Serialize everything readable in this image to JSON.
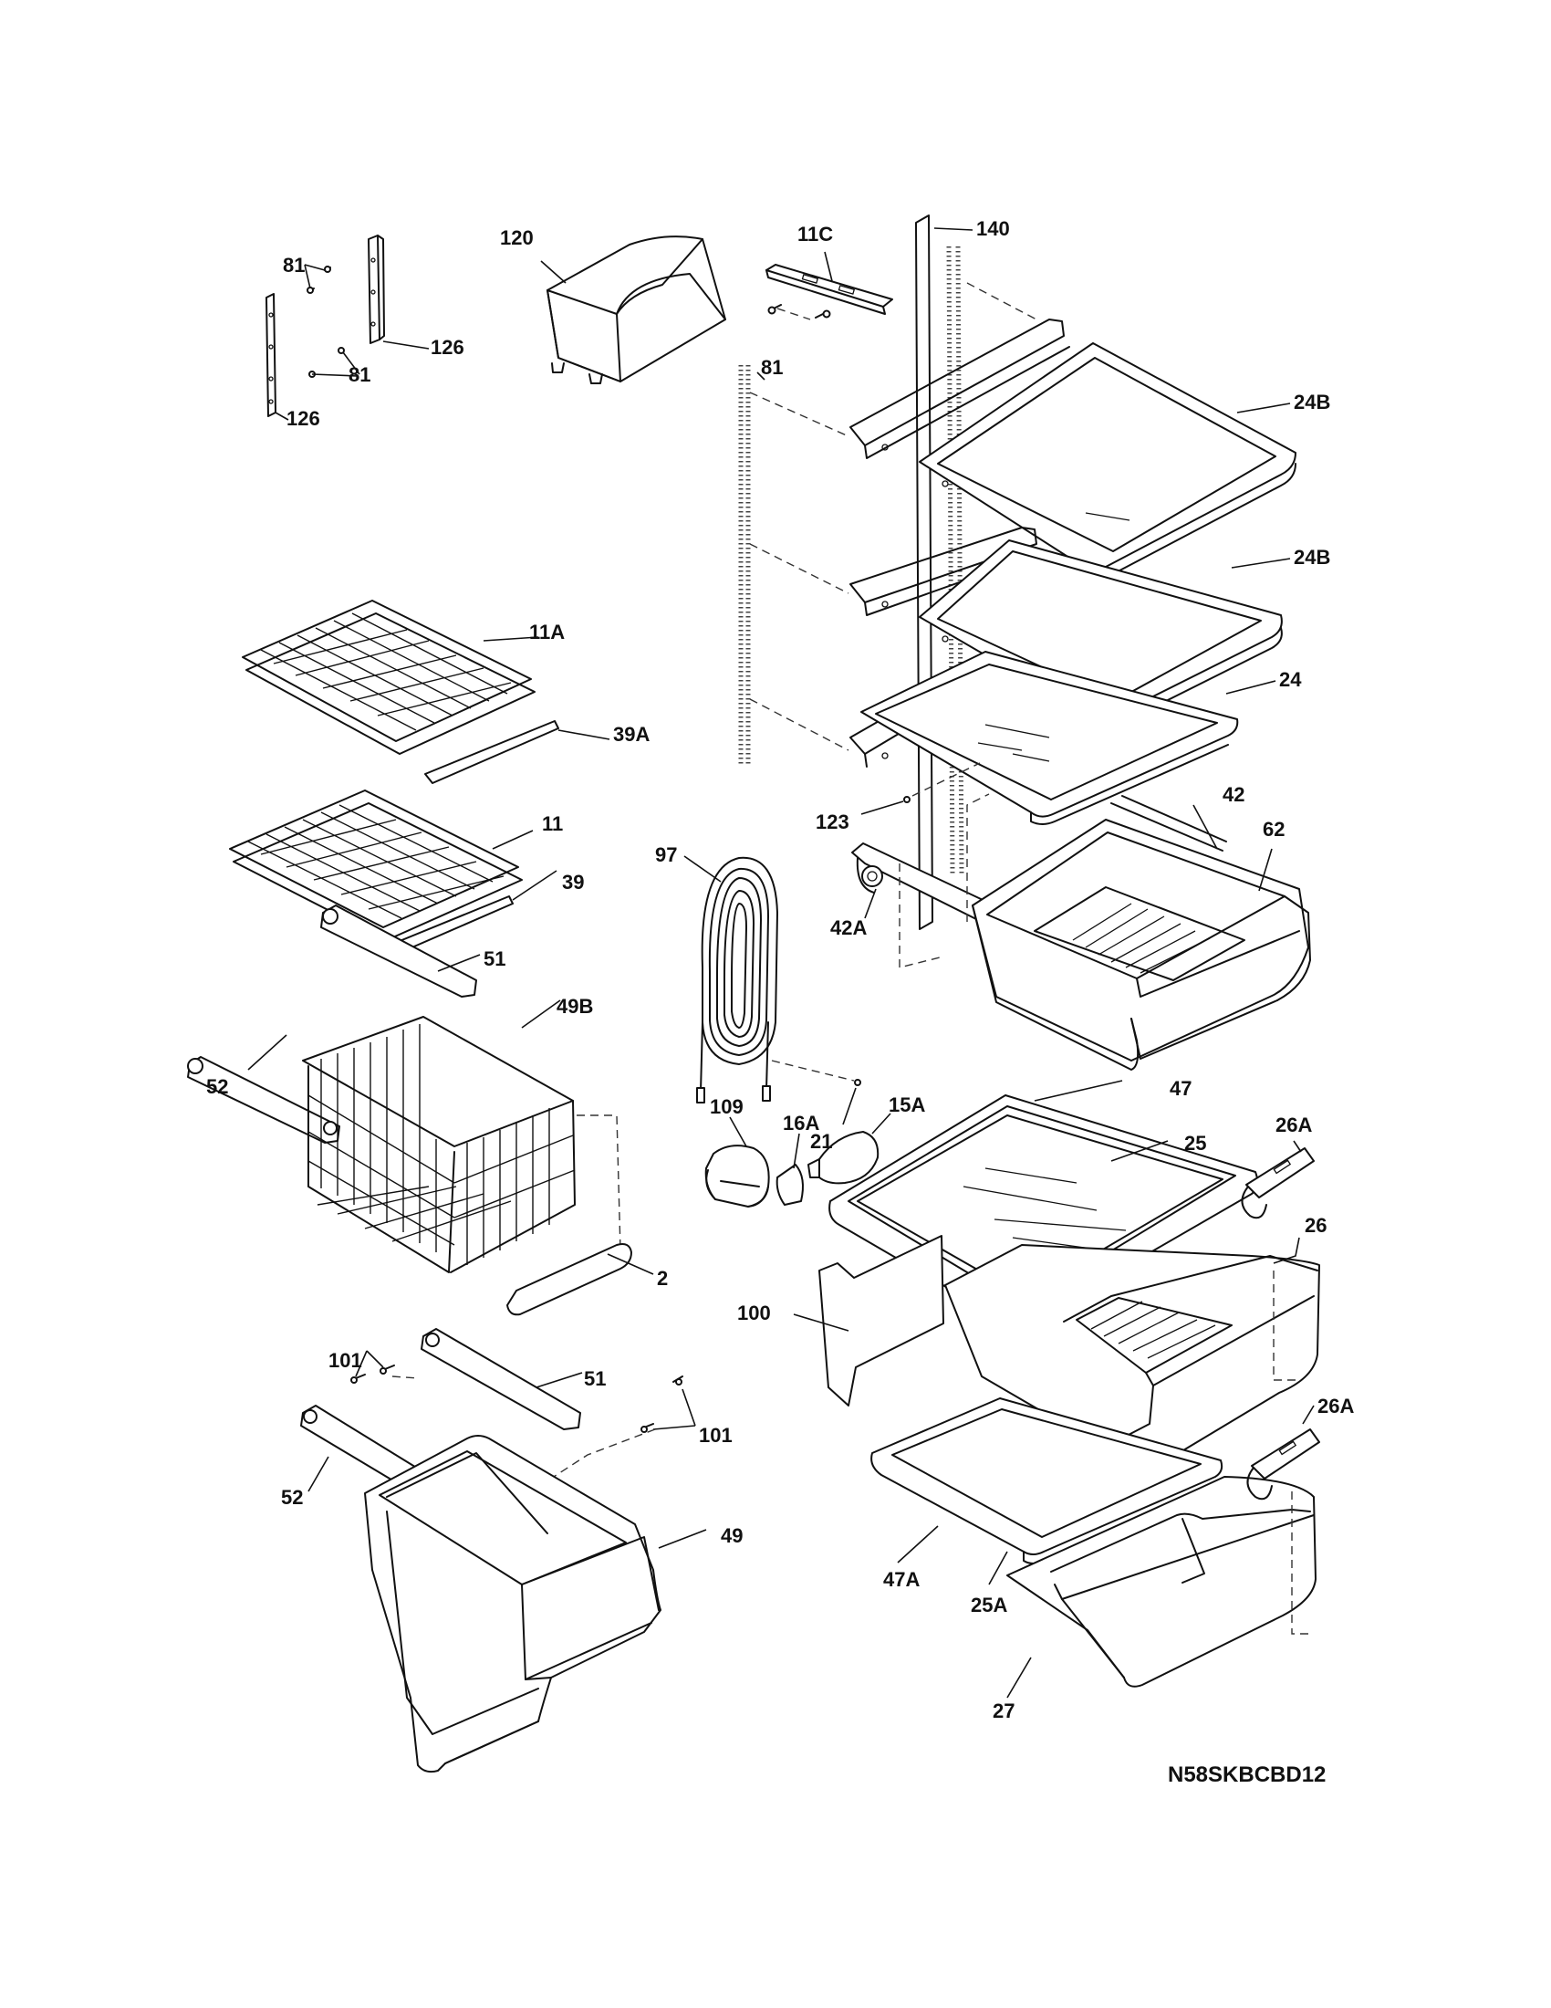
{
  "labels": {
    "l81a": "81",
    "l81b": "81",
    "l81c": "81",
    "l126a": "126",
    "l126b": "126",
    "l120": "120",
    "l11c": "11C",
    "l140": "140",
    "l24b1": "24B",
    "l24b2": "24B",
    "l24": "24",
    "l11a": "11A",
    "l39a": "39A",
    "l11": "11",
    "l39": "39",
    "l97": "97",
    "l123": "123",
    "l42": "42",
    "l62": "62",
    "l42a": "42A",
    "l51a": "51",
    "l49b": "49B",
    "l52a": "52",
    "l21": "21",
    "l109": "109",
    "l16a": "16A",
    "l15a": "15A",
    "l47": "47",
    "l25": "25",
    "l26a1": "26A",
    "l26": "26",
    "l2": "2",
    "l100": "100",
    "l101a": "101",
    "l51b": "51",
    "l101b": "101",
    "l52b": "52",
    "l49": "49",
    "l26a2": "26A",
    "l47a": "47A",
    "l25a": "25A",
    "l27": "27"
  },
  "model_code": "N58SKBCBD12"
}
